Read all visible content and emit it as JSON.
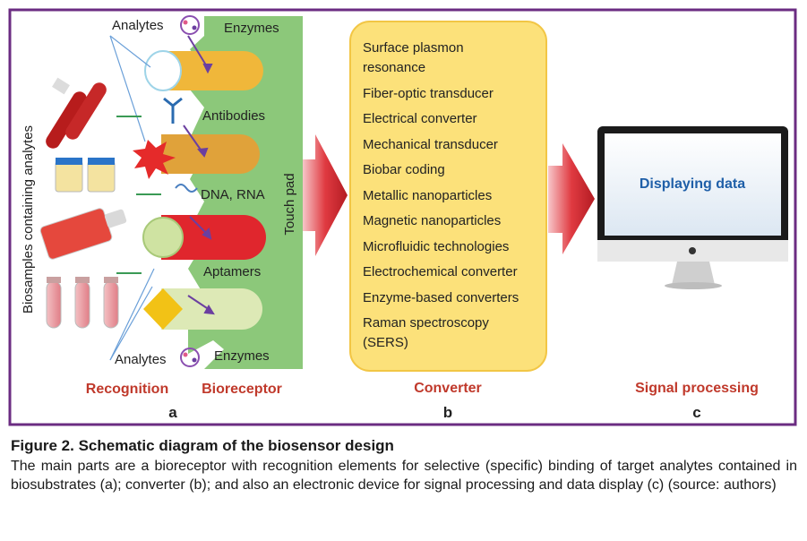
{
  "figure": {
    "panel_a": {
      "side_label": "Biosamples containing analytes",
      "analytes_top": "Analytes",
      "analytes_bottom": "Analytes",
      "enzymes_top": "Enzymes",
      "enzymes_bottom": "Enzymes",
      "antibodies": "Antibodies",
      "dna_rna": "DNA, RNA",
      "aptamers": "Aptamers",
      "touch_pad": "Touch pad",
      "recognition": "Recognition",
      "bioreceptor": "Bioreceptor",
      "letter": "a"
    },
    "panel_b": {
      "converter_items": [
        "Surface plasmon",
        "resonance",
        "Fiber-optic transducer",
        "Electrical converter",
        "Mechanical transducer",
        "Biobar coding",
        "Metallic nanoparticles",
        "Magnetic nanoparticles",
        "Microfluidic technologies",
        "Electrochemical converter",
        "Enzyme-based converters",
        "Raman spectroscopy",
        "(SERS)"
      ],
      "converter": "Converter",
      "letter": "b"
    },
    "panel_c": {
      "screen_text": "Displaying data",
      "signal_processing": "Signal processing",
      "letter": "c"
    }
  },
  "caption": {
    "title": "Figure 2. Schematic diagram of the biosensor design",
    "body": "The main parts are a bioreceptor with recognition elements for selective (specific) binding of target analytes contained in biosubstrates (a); converter (b); and also an electronic device for signal processing and data display (c) (source: authors)"
  },
  "colors": {
    "frame": "#6b2c82",
    "label_red": "#c0392b",
    "pad_green": "#8cc87a",
    "converter_yellow": "#fce17a",
    "arrow_red": "#d9262e",
    "screen_blue": "#1f5fa8"
  }
}
